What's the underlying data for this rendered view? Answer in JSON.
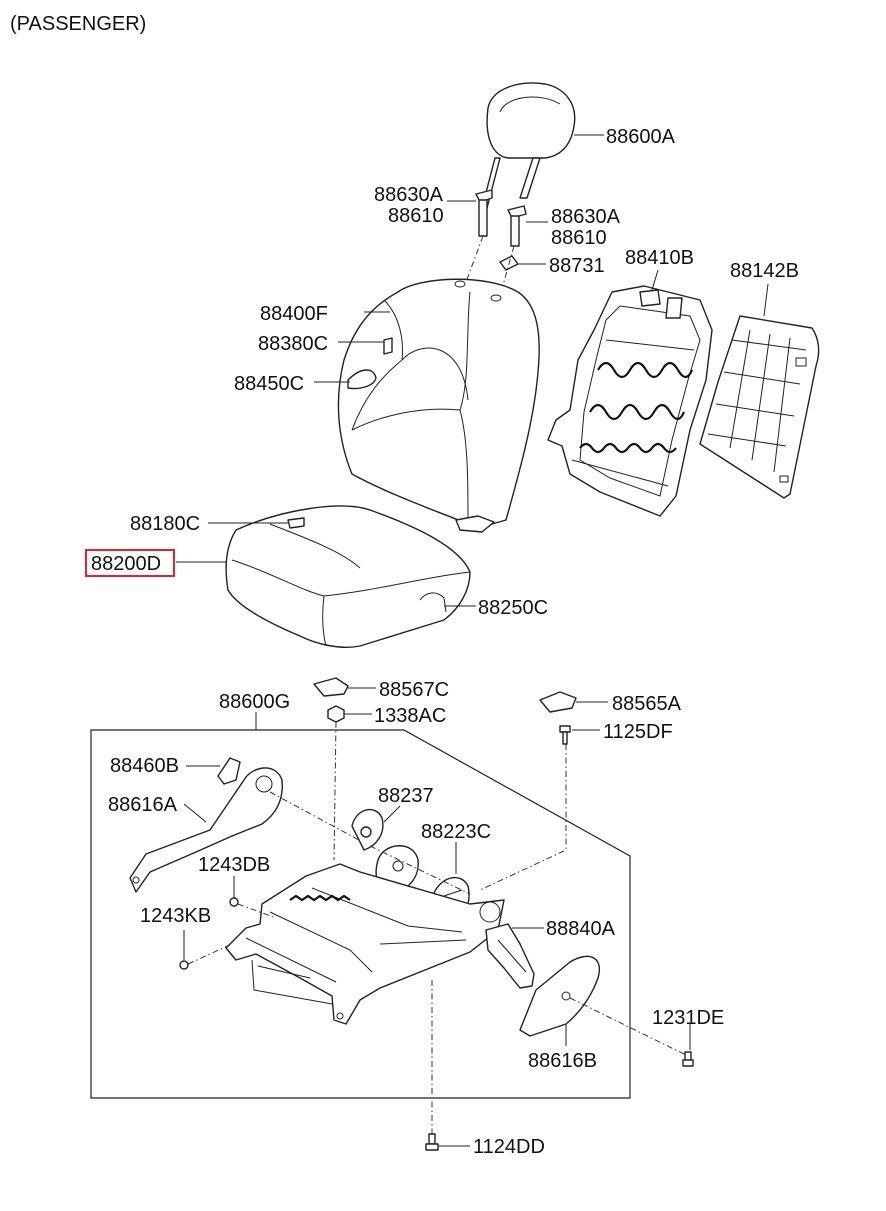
{
  "header": {
    "title": "(PASSENGER)"
  },
  "highlighted_part": "88200D",
  "colors": {
    "highlight": "#e0242a",
    "line": "#222222"
  },
  "labels": {
    "p88600A": "88600A",
    "p88630A_1": "88630A",
    "p88610_1": "88610",
    "p88630A_2": "88630A",
    "p88610_2": "88610",
    "p88731": "88731",
    "p88410B": "88410B",
    "p88142B": "88142B",
    "p88400F": "88400F",
    "p88380C": "88380C",
    "p88450C": "88450C",
    "p88180C": "88180C",
    "p88200D": "88200D",
    "p88250C": "88250C",
    "p88600G": "88600G",
    "p88567C": "88567C",
    "p1338AC": "1338AC",
    "p88565A": "88565A",
    "p1125DF": "1125DF",
    "p88460B": "88460B",
    "p88616A": "88616A",
    "p88237": "88237",
    "p88223C": "88223C",
    "p1243DB": "1243DB",
    "p1243KB": "1243KB",
    "p88840A": "88840A",
    "p1231DE": "1231DE",
    "p88616B": "88616B",
    "p1124DD": "1124DD"
  }
}
